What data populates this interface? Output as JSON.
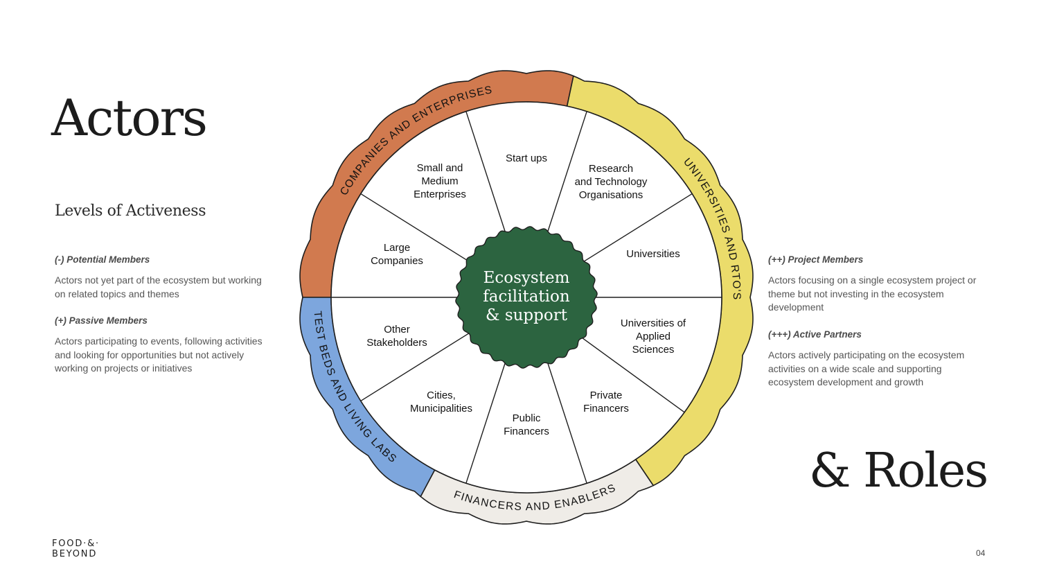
{
  "page": {
    "title": "Actors",
    "roles_title": "& Roles",
    "page_number": "04",
    "logo": [
      "FOOD·&·",
      "BEYOND"
    ]
  },
  "levels": {
    "heading": "Levels of Activeness",
    "items": [
      {
        "label": "(-) Potential Members",
        "description": [
          "Actors not yet part of the ecosystem but working",
          "on related topics and themes"
        ]
      },
      {
        "label": "(+) Passive Members",
        "description": [
          "Actors participating to events, following activities",
          "and looking for opportunities but not actively",
          "working on projects or initiatives"
        ]
      },
      {
        "label": "(++) Project Members",
        "description": [
          "Actors focusing on a single ecosystem project or",
          "theme but not investing in the ecosystem",
          "development"
        ]
      },
      {
        "label": "(+++) Active Partners",
        "description": [
          "Actors actively participating on the ecosystem",
          "activities on a wide scale and supporting",
          "ecosystem development and growth"
        ]
      }
    ]
  },
  "wheel": {
    "center": [
      "Ecosystem",
      "facilitation",
      "& support"
    ],
    "colors": {
      "companies": "#d17a4f",
      "universities": "#ebdc6b",
      "financers": "#efece7",
      "testbeds": "#7da6dd",
      "center": "#2c6440",
      "center_text": "#ffffff",
      "line": "#1e1e1e"
    },
    "segments": [
      {
        "key": "companies",
        "label": "COMPANIES AND ENTERPRISES"
      },
      {
        "key": "universities",
        "label": "UNIVERSITIES AND RTO'S"
      },
      {
        "key": "financers",
        "label": "FINANCERS AND ENABLERS"
      },
      {
        "key": "testbeds",
        "label": "TEST BEDS AND LIVING LABS"
      }
    ],
    "sectors": [
      [
        "Start ups"
      ],
      [
        "Research",
        "and Technology",
        "Organisations"
      ],
      [
        "Universities"
      ],
      [
        "Universities of",
        "Applied",
        "Sciences"
      ],
      [
        "Private",
        "Financers"
      ],
      [
        "Public",
        "Financers"
      ],
      [
        "Cities,",
        "Municipalities"
      ],
      [
        "Other",
        "Stakeholders"
      ],
      [
        "Large",
        "Companies"
      ],
      [
        "Small and",
        "Medium",
        "Enterprises"
      ]
    ]
  }
}
